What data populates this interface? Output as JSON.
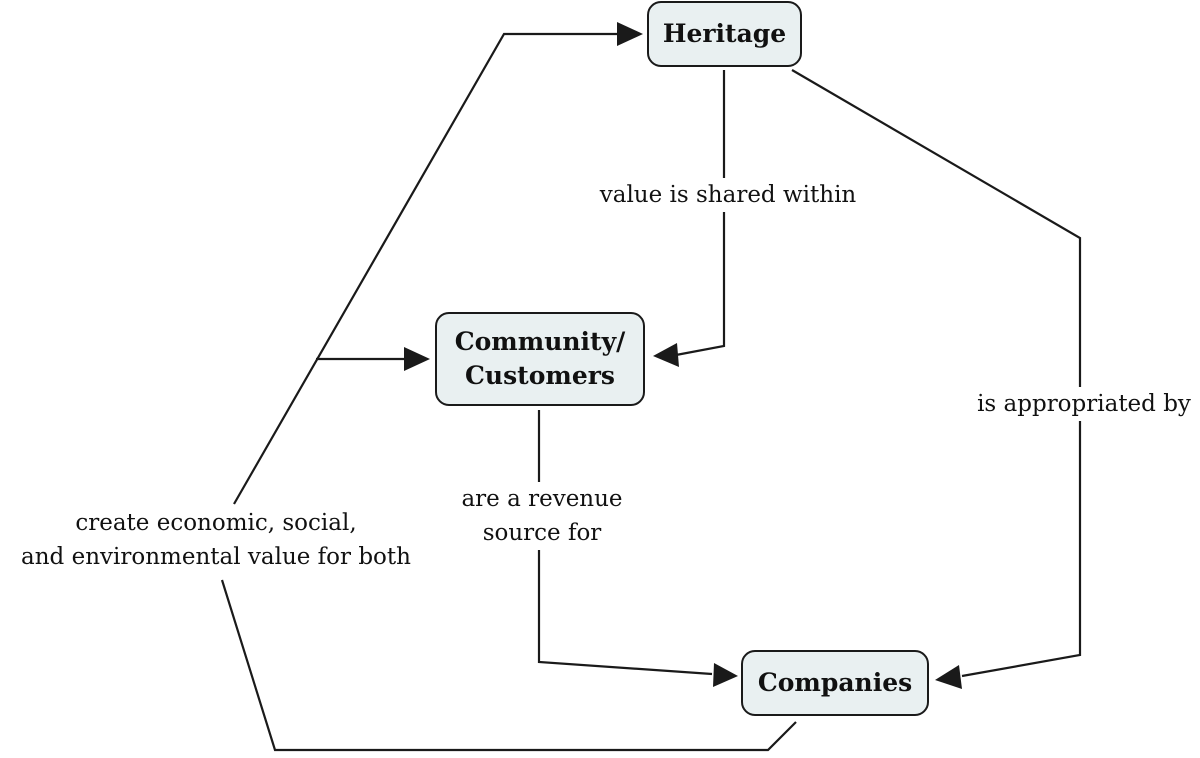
{
  "diagram": {
    "nodes": [
      {
        "id": "heritage",
        "label": "Heritage",
        "fill": "#e9f0f1"
      },
      {
        "id": "community",
        "label": "Community/\nCustomers",
        "fill": "#e9f0f1"
      },
      {
        "id": "companies",
        "label": "Companies",
        "fill": "#e9f0f1"
      }
    ],
    "edges": [
      {
        "from": "heritage",
        "to": "community",
        "label": "value is shared within"
      },
      {
        "from": "community",
        "to": "companies",
        "label": "are a revenue\nsource for"
      },
      {
        "from": "heritage",
        "to": "companies",
        "label": "is appropriated by"
      },
      {
        "from": "companies",
        "to": "heritage, community",
        "label": "create economic, social,\nand environmental value for both"
      }
    ],
    "line_color": "#1a1a1a"
  }
}
